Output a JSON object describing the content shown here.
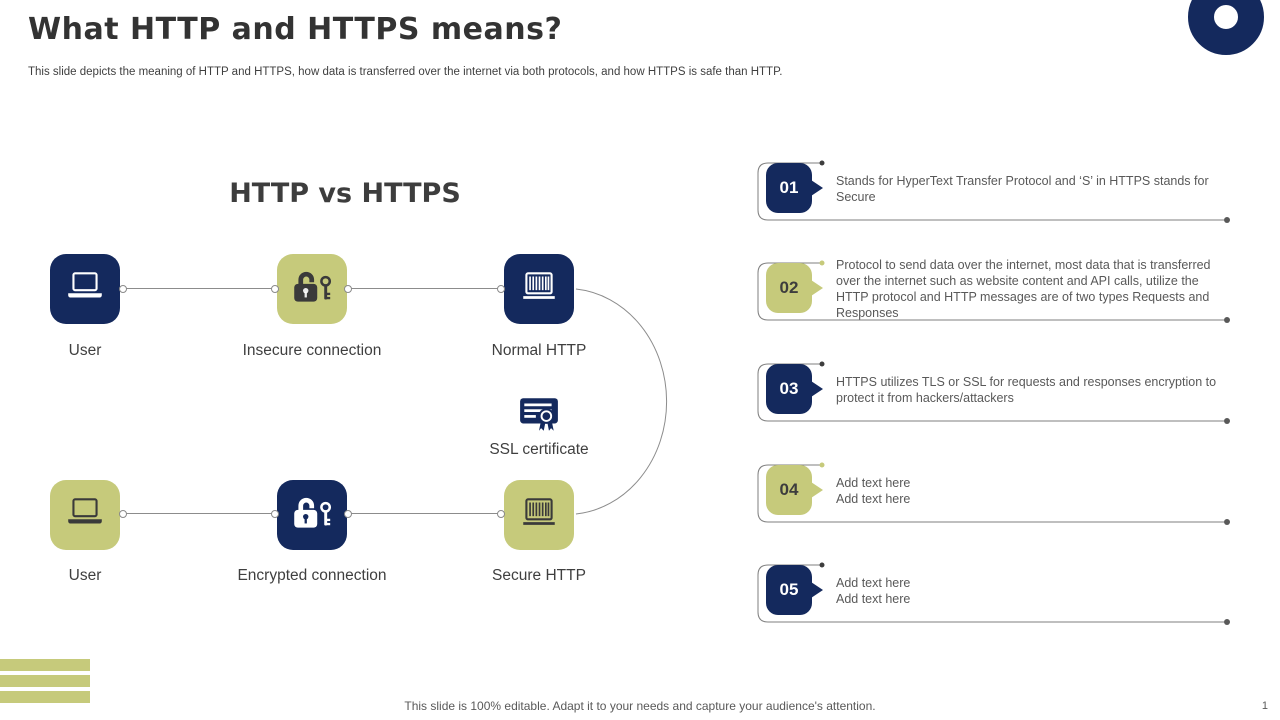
{
  "slide": {
    "title": "What HTTP and HTTPS means?",
    "subtitle": "This slide depicts the meaning of HTTP and HTTPS, how data is transferred over the internet via both protocols, and how HTTPS is safe than HTTP.",
    "footer": "This slide is 100% editable. Adapt it to your needs and capture your audience's attention.",
    "page_number": "1"
  },
  "diagram": {
    "heading": "HTTP vs HTTPS",
    "ssl_label": "SSL certificate",
    "rows": [
      {
        "nodes": [
          {
            "label": "User",
            "icon": "laptop-icon",
            "variant": "navy"
          },
          {
            "label": "Insecure connection",
            "icon": "lock-and-key-icon",
            "variant": "olive"
          },
          {
            "label": "Normal HTTP",
            "icon": "striped-server-icon",
            "variant": "navy"
          }
        ]
      },
      {
        "nodes": [
          {
            "label": "User",
            "icon": "laptop-icon",
            "variant": "olive"
          },
          {
            "label": "Encrypted connection",
            "icon": "lock-and-key-icon",
            "variant": "navy"
          },
          {
            "label": "Secure HTTP",
            "icon": "striped-server-icon",
            "variant": "olive"
          }
        ]
      }
    ]
  },
  "points": [
    {
      "number": "01",
      "variant": "navy",
      "text": "Stands for HyperText Transfer Protocol and ‘S’ in HTTPS stands for Secure"
    },
    {
      "number": "02",
      "variant": "olive",
      "text": "Protocol to send data over the internet, most data that is transferred over the internet such as website content and API calls, utilize the HTTP protocol and HTTP messages are of two types Requests and Responses"
    },
    {
      "number": "03",
      "variant": "navy",
      "text": "HTTPS utilizes TLS or SSL for requests and responses encryption to protect it from hackers/attackers"
    },
    {
      "number": "04",
      "variant": "olive",
      "text": "Add text here\nAdd text here"
    },
    {
      "number": "05",
      "variant": "navy",
      "text": "Add text here\nAdd text here"
    }
  ],
  "colors": {
    "navy": "#14295d",
    "olive": "#c6ca7b",
    "line_gray": "#8c8c8c",
    "text_gray": "#595959"
  }
}
